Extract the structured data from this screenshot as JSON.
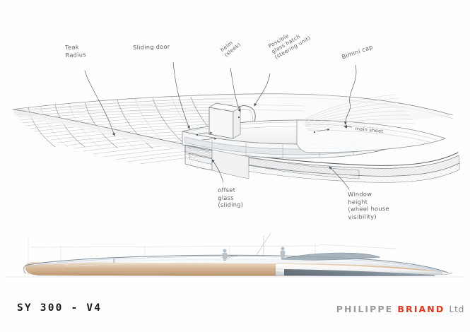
{
  "document": {
    "title": "SY 300 - V4",
    "studio": {
      "name_grey": "PHILIPPE",
      "name_red": "BRIAND",
      "suffix": "Ltd"
    },
    "background_color": "#fefefe",
    "accent_red": "#e8331c",
    "logo_grey": "#9a9a9a",
    "pencil_color": "#5b5f63"
  },
  "annotations": [
    {
      "id": "teak-radius",
      "text": "Teak\nRadius"
    },
    {
      "id": "sliding-door",
      "text": "Sliding door"
    },
    {
      "id": "helm",
      "text": "helm\n(sleek)"
    },
    {
      "id": "glass-hatch",
      "text": "Possible\nglass hatch\n(steering unit)"
    },
    {
      "id": "bimini-cap",
      "text": "Bimini cap"
    },
    {
      "id": "main-sheet",
      "text": "main sheet"
    },
    {
      "id": "offset-glass",
      "text": "offset\nglass\n(sliding)"
    },
    {
      "id": "window-height",
      "text": "Window\nheight\n(wheel house\nvisibility)"
    }
  ],
  "views": {
    "perspective": {
      "label": "deck perspective sketch"
    },
    "profile": {
      "label": "hull side elevation",
      "hull_color": "#d8b894",
      "deck_color": "#dfe4e9",
      "sheer_color": "#6d7a85",
      "figure_color": "#b7bfc6",
      "figures": 2
    }
  }
}
